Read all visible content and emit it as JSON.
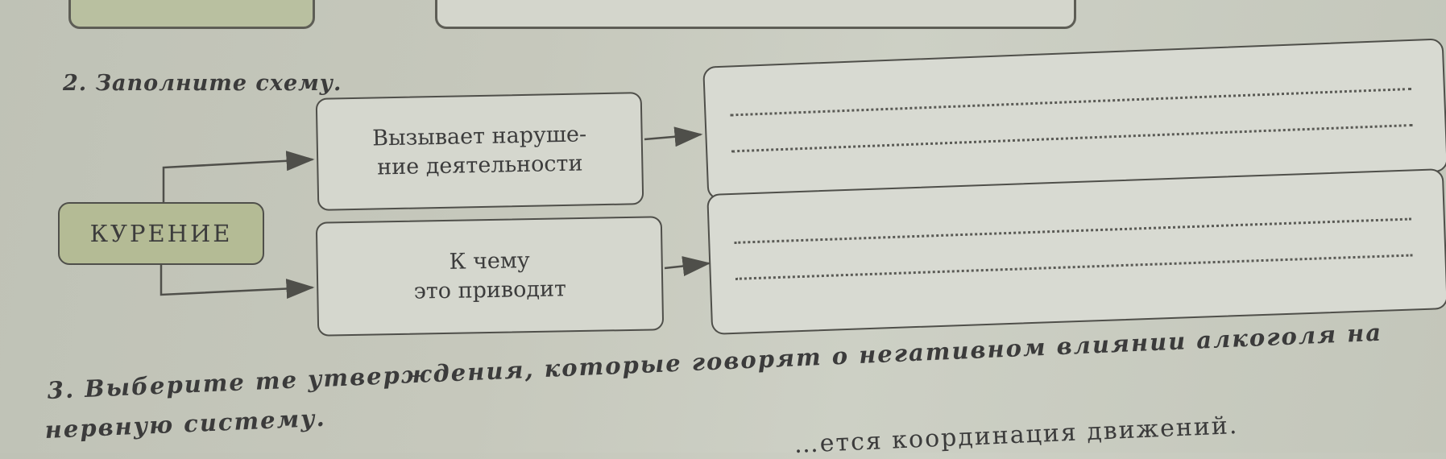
{
  "task2": {
    "title": "2. Заполните схему."
  },
  "diagram": {
    "root_label": "КУРЕНИЕ",
    "branch1_label": "Вызывает наруше-\nние деятельности",
    "branch2_label": "К чему\nэто приводит"
  },
  "task3": {
    "title_line1": "3. Выберите те утверждения, которые говорят о негативном влиянии алкоголя на",
    "title_line2": "нервную систему.",
    "partial_line": "…ется координация движений."
  }
}
